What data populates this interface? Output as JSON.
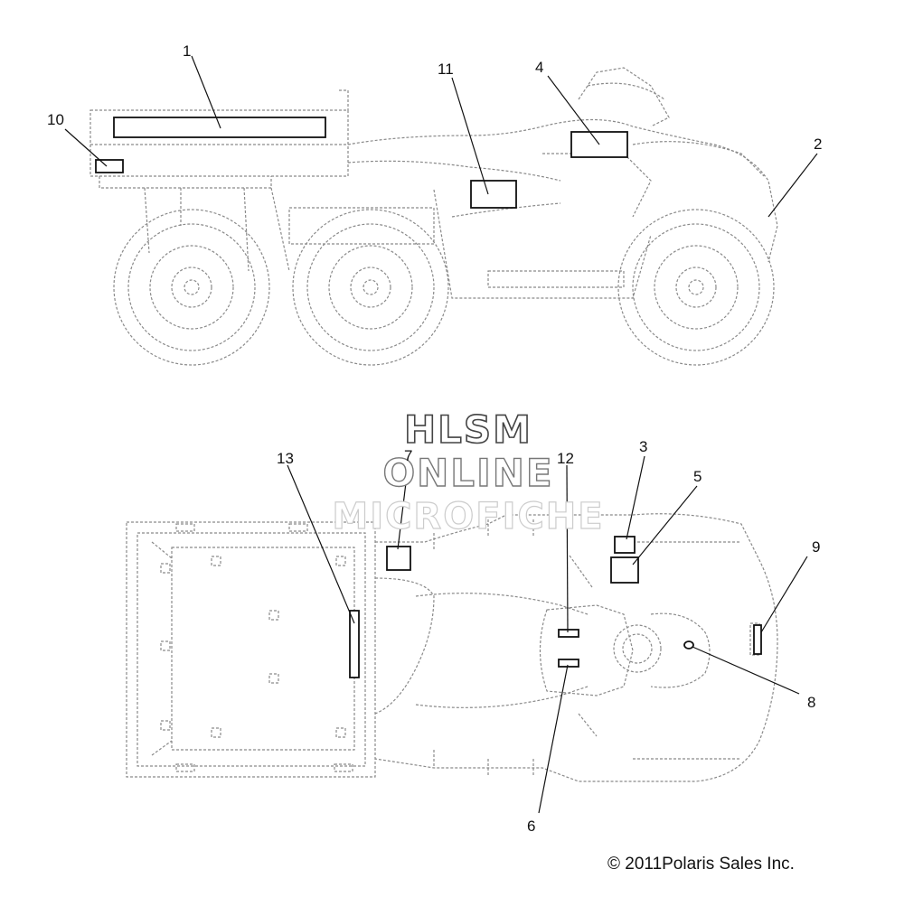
{
  "watermark": {
    "line1": "HLSM",
    "line2": "ONLINE",
    "line3": "MICROFICHE"
  },
  "callouts": [
    "1",
    "2",
    "3",
    "4",
    "5",
    "6",
    "7",
    "8",
    "9",
    "10",
    "11",
    "12",
    "13"
  ],
  "copyright": "© 2011Polaris Sales Inc."
}
